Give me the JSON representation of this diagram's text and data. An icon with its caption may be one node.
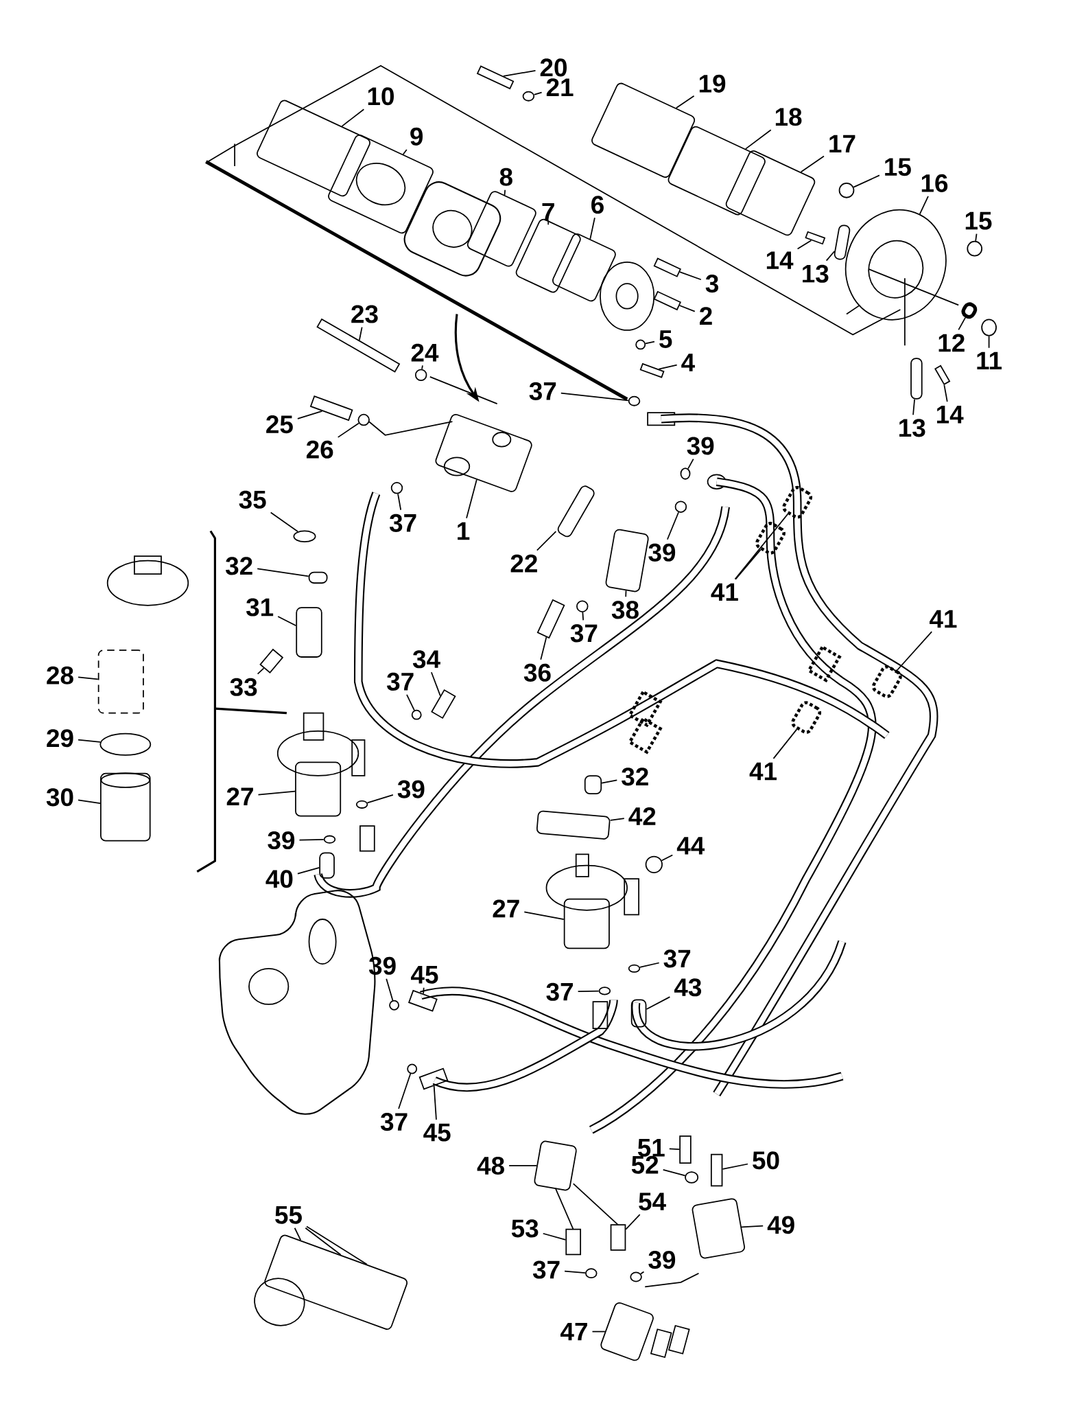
{
  "diagram": {
    "nodes": [
      {
        "text": [
          "20"
        ]
      },
      {
        "text": [
          "21"
        ]
      },
      {
        "text": [
          "19"
        ]
      },
      {
        "text": [
          "10"
        ]
      },
      {
        "text": [
          "18"
        ]
      },
      {
        "text": [
          "9"
        ]
      },
      {
        "text": [
          "17"
        ]
      },
      {
        "text": [
          "15"
        ]
      },
      {
        "text": [
          "16"
        ]
      },
      {
        "text": [
          "8"
        ]
      },
      {
        "text": [
          "7"
        ]
      },
      {
        "text": [
          "6"
        ]
      },
      {
        "text": [
          "15"
        ]
      },
      {
        "text": [
          "14"
        ]
      },
      {
        "text": [
          "13"
        ]
      },
      {
        "text": [
          "3"
        ]
      },
      {
        "text": [
          "2"
        ]
      },
      {
        "text": [
          "5"
        ]
      },
      {
        "text": [
          "4"
        ]
      },
      {
        "text": [
          "12"
        ]
      },
      {
        "text": [
          "11"
        ]
      },
      {
        "text": [
          "23"
        ]
      },
      {
        "text": [
          "24"
        ]
      },
      {
        "text": [
          "37"
        ]
      },
      {
        "text": [
          "25"
        ]
      },
      {
        "text": [
          "26"
        ]
      },
      {
        "text": [
          "13"
        ]
      },
      {
        "text": [
          "14"
        ]
      },
      {
        "text": [
          "39"
        ]
      },
      {
        "text": [
          "35"
        ]
      },
      {
        "text": [
          "37"
        ]
      },
      {
        "text": [
          "1"
        ]
      },
      {
        "text": [
          "22"
        ]
      },
      {
        "text": [
          "39"
        ]
      },
      {
        "text": [
          "32"
        ]
      },
      {
        "text": [
          "38"
        ]
      },
      {
        "text": [
          "41"
        ]
      },
      {
        "text": [
          "41"
        ]
      },
      {
        "text": [
          "31"
        ]
      },
      {
        "text": [
          "37"
        ]
      },
      {
        "text": [
          "34"
        ]
      },
      {
        "text": [
          "36"
        ]
      },
      {
        "text": [
          "37"
        ]
      },
      {
        "text": [
          "28"
        ]
      },
      {
        "text": [
          "33"
        ]
      },
      {
        "text": [
          "29"
        ]
      },
      {
        "text": [
          "41"
        ]
      },
      {
        "text": [
          "32"
        ]
      },
      {
        "text": [
          "39"
        ]
      },
      {
        "text": [
          "27"
        ]
      },
      {
        "text": [
          "30"
        ]
      },
      {
        "text": [
          "42"
        ]
      },
      {
        "text": [
          "39"
        ]
      },
      {
        "text": [
          "44"
        ]
      },
      {
        "text": [
          "40"
        ]
      },
      {
        "text": [
          "27"
        ]
      },
      {
        "text": [
          "45"
        ]
      },
      {
        "text": [
          "39"
        ]
      },
      {
        "text": [
          "37"
        ]
      },
      {
        "text": [
          "37"
        ]
      },
      {
        "text": [
          "43"
        ]
      },
      {
        "text": [
          "37"
        ]
      },
      {
        "text": [
          "45"
        ]
      },
      {
        "text": [
          "51"
        ]
      },
      {
        "text": [
          "50"
        ]
      },
      {
        "text": [
          "52"
        ]
      },
      {
        "text": [
          "48"
        ]
      },
      {
        "text": [
          "55"
        ]
      },
      {
        "text": [
          "49"
        ]
      },
      {
        "text": [
          "54"
        ]
      },
      {
        "text": [
          "53"
        ]
      },
      {
        "text": [
          "39"
        ]
      },
      {
        "text": [
          "37"
        ]
      },
      {
        "text": [
          "47"
        ]
      },
      {
        "text": [],
        "shape": "bar"
      },
      {
        "text": [],
        "shape": "circle"
      },
      {
        "text": [],
        "shape": "box"
      },
      {
        "text": [],
        "shape": "box"
      },
      {
        "text": [],
        "shape": "box"
      },
      {
        "text": [],
        "shape": "box"
      },
      {
        "text": [],
        "shape": "box"
      },
      {
        "text": [],
        "shape": "circle"
      },
      {
        "text": [],
        "shape": "circle"
      },
      {
        "text": [],
        "shape": "box"
      },
      {
        "text": [],
        "shape": "box"
      },
      {
        "text": [],
        "shape": "box"
      },
      {
        "text": [],
        "shape": "circle"
      },
      {
        "text": [],
        "shape": "bar"
      },
      {
        "text": [],
        "shape": "box"
      },
      {
        "text": [],
        "shape": "bar"
      },
      {
        "text": [],
        "shape": "bar"
      },
      {
        "text": [],
        "shape": "circle"
      },
      {
        "text": [],
        "shape": "bar"
      },
      {
        "text": [],
        "shape": "box"
      },
      {
        "text": [],
        "shape": "circle"
      },
      {
        "text": [],
        "shape": "bar"
      },
      {
        "text": [],
        "shape": "circle"
      },
      {
        "text": [],
        "shape": "circle"
      },
      {
        "text": [],
        "shape": "bar"
      },
      {
        "text": [],
        "shape": "circle"
      },
      {
        "text": [],
        "shape": "box"
      },
      {
        "text": [],
        "shape": "bar"
      },
      {
        "text": [],
        "shape": "circle"
      },
      {
        "text": [],
        "shape": "circle"
      },
      {
        "text": [],
        "shape": "circle"
      },
      {
        "text": [],
        "shape": "box"
      },
      {
        "text": [],
        "shape": "box"
      },
      {
        "text": [],
        "shape": "circle"
      },
      {
        "text": [],
        "shape": "box"
      },
      {
        "text": [],
        "shape": "box"
      },
      {
        "text": [],
        "shape": "box"
      },
      {
        "text": [],
        "shape": "box"
      },
      {
        "text": [],
        "shape": "box"
      },
      {
        "text": [],
        "shape": "circle"
      },
      {
        "text": [],
        "shape": "bar"
      },
      {
        "text": [],
        "shape": "bar"
      },
      {
        "text": [],
        "shape": "circle"
      },
      {
        "text": [],
        "shape": "box"
      },
      {
        "text": [],
        "shape": "bar"
      },
      {
        "text": [],
        "shape": "circle"
      },
      {
        "text": [],
        "shape": "box"
      },
      {
        "text": [],
        "shape": "box"
      },
      {
        "text": [],
        "shape": "circle"
      },
      {
        "text": [],
        "shape": "box"
      },
      {
        "text": [],
        "shape": "box"
      },
      {
        "text": [],
        "shape": "box"
      },
      {
        "text": [],
        "shape": "circle"
      },
      {
        "text": [],
        "shape": "circle"
      },
      {
        "text": [],
        "shape": "box"
      },
      {
        "text": [],
        "shape": "box"
      },
      {
        "text": [],
        "shape": "bar"
      },
      {
        "text": [],
        "shape": "circle"
      },
      {
        "text": [],
        "shape": "circle"
      },
      {
        "text": [],
        "shape": "circle"
      },
      {
        "text": [],
        "shape": "box"
      },
      {
        "text": [],
        "shape": "circle"
      },
      {
        "text": [],
        "shape": "bar"
      },
      {
        "text": [],
        "shape": "bar"
      },
      {
        "text": [],
        "shape": "bar"
      },
      {
        "text": [],
        "shape": "circle"
      },
      {
        "text": [],
        "shape": "box"
      },
      {
        "text": [],
        "shape": "box"
      },
      {
        "text": [],
        "shape": "box"
      },
      {
        "text": [],
        "shape": "bar"
      },
      {
        "text": [],
        "shape": "bar"
      },
      {
        "text": [],
        "shape": "circle"
      },
      {
        "text": [],
        "shape": "circle"
      },
      {
        "text": [],
        "shape": "box"
      },
      {
        "text": [],
        "shape": "box"
      }
    ],
    "edges": [
      {
        "from": 0,
        "to": 74,
        "arrow": "none"
      },
      {
        "from": 1,
        "to": 75,
        "arrow": "none"
      },
      {
        "from": 2,
        "to": 76,
        "arrow": "none"
      },
      {
        "from": 3,
        "to": 77,
        "arrow": "none"
      },
      {
        "from": 4,
        "to": 78,
        "arrow": "none"
      },
      {
        "from": 5,
        "to": 79,
        "arrow": "none"
      },
      {
        "from": 6,
        "to": 80,
        "arrow": "none"
      },
      {
        "from": 7,
        "to": 81,
        "arrow": "none"
      },
      {
        "from": 8,
        "to": 82,
        "arrow": "none"
      },
      {
        "from": 9,
        "to": 83,
        "arrow": "none"
      },
      {
        "from": 10,
        "to": 84,
        "arrow": "none"
      },
      {
        "from": 11,
        "to": 85,
        "arrow": "none"
      },
      {
        "from": 12,
        "to": 86,
        "arrow": "none"
      },
      {
        "from": 13,
        "to": 87,
        "arrow": "none"
      },
      {
        "from": 14,
        "to": 88,
        "arrow": "none"
      },
      {
        "from": 15,
        "to": 89,
        "arrow": "none"
      },
      {
        "from": 16,
        "to": 90,
        "arrow": "none"
      },
      {
        "from": 17,
        "to": 91,
        "arrow": "none"
      },
      {
        "from": 18,
        "to": 92,
        "arrow": "none"
      },
      {
        "from": 19,
        "to": 93,
        "arrow": "none"
      },
      {
        "from": 20,
        "to": 94,
        "arrow": "none"
      },
      {
        "from": 21,
        "to": 95,
        "arrow": "none"
      },
      {
        "from": 22,
        "to": 96,
        "arrow": "none"
      },
      {
        "from": 23,
        "to": 97,
        "arrow": "none"
      },
      {
        "from": 24,
        "to": 98,
        "arrow": "none"
      },
      {
        "from": 25,
        "to": 99,
        "arrow": "none"
      },
      {
        "from": 26,
        "to": 100,
        "arrow": "none"
      },
      {
        "from": 27,
        "to": 101,
        "arrow": "none"
      },
      {
        "from": 28,
        "to": 102,
        "arrow": "none"
      },
      {
        "from": 29,
        "to": 103,
        "arrow": "none"
      },
      {
        "from": 30,
        "to": 104,
        "arrow": "none"
      },
      {
        "from": 31,
        "to": 105,
        "arrow": "none"
      },
      {
        "from": 32,
        "to": 106,
        "arrow": "none"
      },
      {
        "from": 33,
        "to": 107,
        "arrow": "none"
      },
      {
        "from": 34,
        "to": 108,
        "arrow": "none"
      },
      {
        "from": 35,
        "to": 109,
        "arrow": "none"
      },
      {
        "from": 36,
        "to": 110,
        "arrow": "none"
      },
      {
        "from": 36,
        "to": 148,
        "arrow": "none"
      },
      {
        "from": 37,
        "to": 111,
        "arrow": "none"
      },
      {
        "from": 38,
        "to": 112,
        "arrow": "none"
      },
      {
        "from": 39,
        "to": 113,
        "arrow": "none"
      },
      {
        "from": 40,
        "to": 114,
        "arrow": "none"
      },
      {
        "from": 41,
        "to": 115,
        "arrow": "none"
      },
      {
        "from": 42,
        "to": 116,
        "arrow": "none"
      },
      {
        "from": 43,
        "to": 117,
        "arrow": "none"
      },
      {
        "from": 44,
        "to": 118,
        "arrow": "none"
      },
      {
        "from": 45,
        "to": 119,
        "arrow": "none"
      },
      {
        "from": 46,
        "to": 120,
        "arrow": "none"
      },
      {
        "from": 47,
        "to": 121,
        "arrow": "none"
      },
      {
        "from": 48,
        "to": 122,
        "arrow": "none"
      },
      {
        "from": 49,
        "to": 123,
        "arrow": "none"
      },
      {
        "from": 50,
        "to": 124,
        "arrow": "none"
      },
      {
        "from": 51,
        "to": 125,
        "arrow": "none"
      },
      {
        "from": 52,
        "to": 126,
        "arrow": "none"
      },
      {
        "from": 53,
        "to": 127,
        "arrow": "none"
      },
      {
        "from": 54,
        "to": 128,
        "arrow": "none"
      },
      {
        "from": 55,
        "to": 129,
        "arrow": "none"
      },
      {
        "from": 56,
        "to": 130,
        "arrow": "none"
      },
      {
        "from": 57,
        "to": 131,
        "arrow": "none"
      },
      {
        "from": 58,
        "to": 132,
        "arrow": "none"
      },
      {
        "from": 59,
        "to": 133,
        "arrow": "none"
      },
      {
        "from": 60,
        "to": 134,
        "arrow": "none"
      },
      {
        "from": 61,
        "to": 135,
        "arrow": "none"
      },
      {
        "from": 62,
        "to": 136,
        "arrow": "none"
      },
      {
        "from": 63,
        "to": 137,
        "arrow": "none"
      },
      {
        "from": 64,
        "to": 138,
        "arrow": "none"
      },
      {
        "from": 65,
        "to": 139,
        "arrow": "none"
      },
      {
        "from": 66,
        "to": 140,
        "arrow": "none"
      },
      {
        "from": 67,
        "to": 141,
        "arrow": "none"
      },
      {
        "from": 67,
        "to": 141,
        "arrow": "none"
      },
      {
        "from": 67,
        "to": 141,
        "arrow": "none"
      },
      {
        "from": 68,
        "to": 142,
        "arrow": "none"
      },
      {
        "from": 69,
        "to": 143,
        "arrow": "none"
      },
      {
        "from": 70,
        "to": 144,
        "arrow": "none"
      },
      {
        "from": 71,
        "to": 145,
        "arrow": "none"
      },
      {
        "from": 72,
        "to": 146,
        "arrow": "none"
      },
      {
        "from": 73,
        "to": 147,
        "arrow": "none"
      }
    ]
  }
}
